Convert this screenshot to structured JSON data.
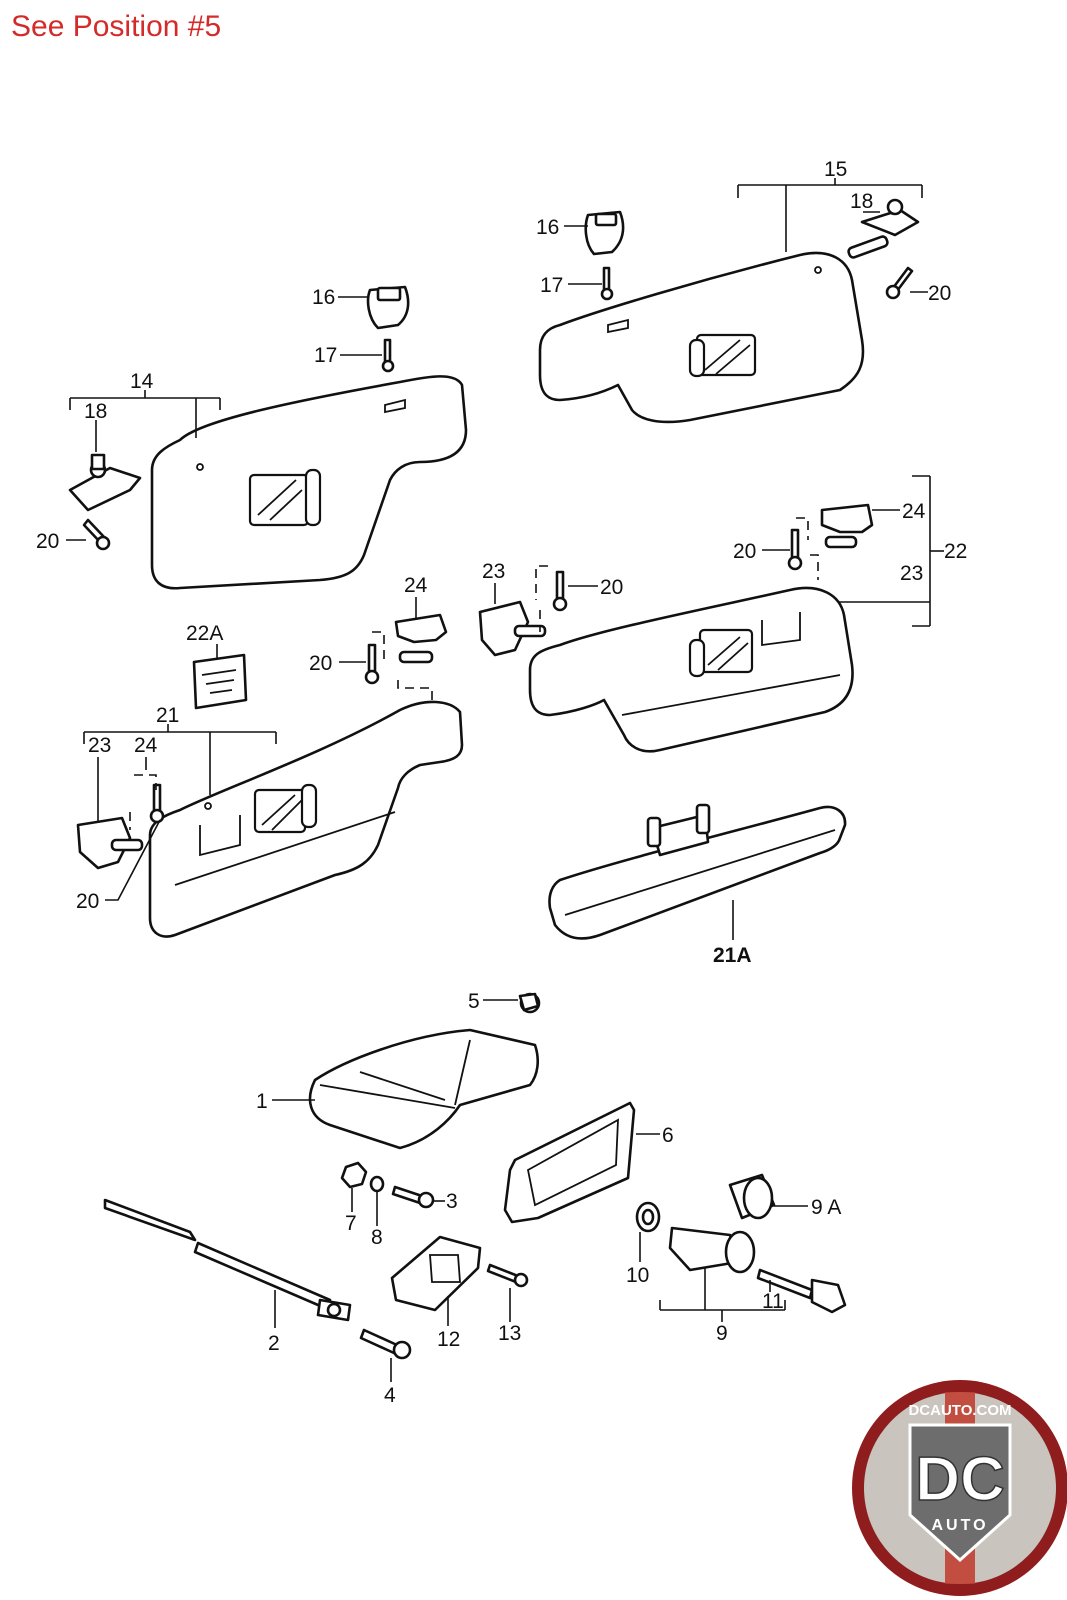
{
  "header": {
    "note": "See Position #5"
  },
  "callouts": {
    "c14": "14",
    "c15": "15",
    "c16a": "16",
    "c16b": "16",
    "c17a": "17",
    "c17b": "17",
    "c18a": "18",
    "c18b": "18",
    "c20a": "20",
    "c20b": "20",
    "c20c": "20",
    "c20d": "20",
    "c20e": "20",
    "c20f": "20",
    "c21": "21",
    "c21A": "21A",
    "c22": "22",
    "c22A": "22A",
    "c23a": "23",
    "c23b": "23",
    "c23c": "23",
    "c24a": "24",
    "c24b": "24",
    "c24c": "24",
    "c1": "1",
    "c2": "2",
    "c3": "3",
    "c4": "4",
    "c5": "5",
    "c6": "6",
    "c7": "7",
    "c8": "8",
    "c9": "9",
    "c9A": "9 A",
    "c10": "10",
    "c11": "11",
    "c12": "12",
    "c13": "13"
  },
  "logo": {
    "top_text": "DCAUTO.COM",
    "letters": "DC",
    "sub_text": "AUTO",
    "colors": {
      "ring": "#8f1d1d",
      "inner": "#c9c4bd",
      "accent": "#c0392b"
    }
  }
}
